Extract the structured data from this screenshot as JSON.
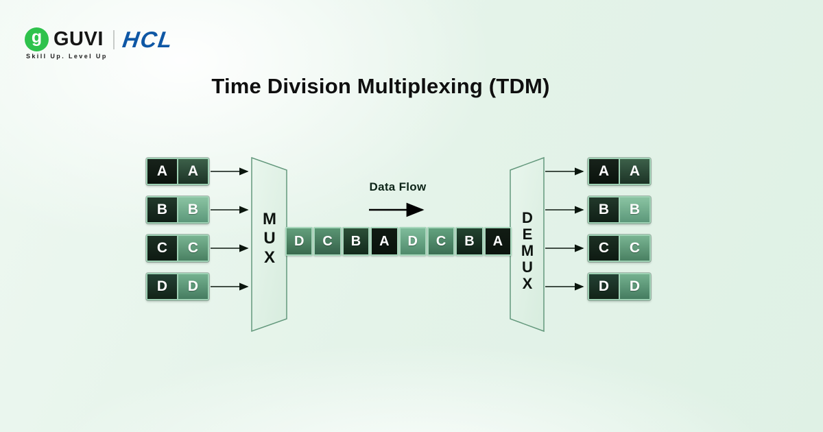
{
  "header": {
    "guvi_logo_text": "GUVI",
    "guvi_icon_glyph": "g",
    "hcl_logo_text": "HCL",
    "tagline": "Skill Up. Level Up",
    "brand_green": "#2ec24c",
    "hcl_blue": "#0e57a5"
  },
  "title": "Time Division Multiplexing (TDM)",
  "diagram": {
    "mux_label": "MUX",
    "demux_label": "DEMUX",
    "data_flow_label": "Data Flow",
    "input_rows": [
      [
        "A",
        "A"
      ],
      [
        "B",
        "B"
      ],
      [
        "C",
        "C"
      ],
      [
        "D",
        "D"
      ]
    ],
    "output_rows": [
      [
        "A",
        "A"
      ],
      [
        "B",
        "B"
      ],
      [
        "C",
        "C"
      ],
      [
        "D",
        "D"
      ]
    ],
    "channel_cells": [
      "D",
      "C",
      "B",
      "A",
      "D",
      "C",
      "B",
      "A"
    ],
    "colors": {
      "background_mint": "#e4f3e9",
      "cell_black": "#0b130d",
      "cell_dark_green": "#2f5240",
      "cell_medium_green": "#5f9c7c",
      "cell_light_green": "#8ac3a2",
      "cell_border_green": "#9fd2b5",
      "mux_fill": "#ddeee2",
      "mux_border": "#63987c",
      "arrow_color": "#0b160e",
      "title_color": "#0f0f0f"
    }
  }
}
